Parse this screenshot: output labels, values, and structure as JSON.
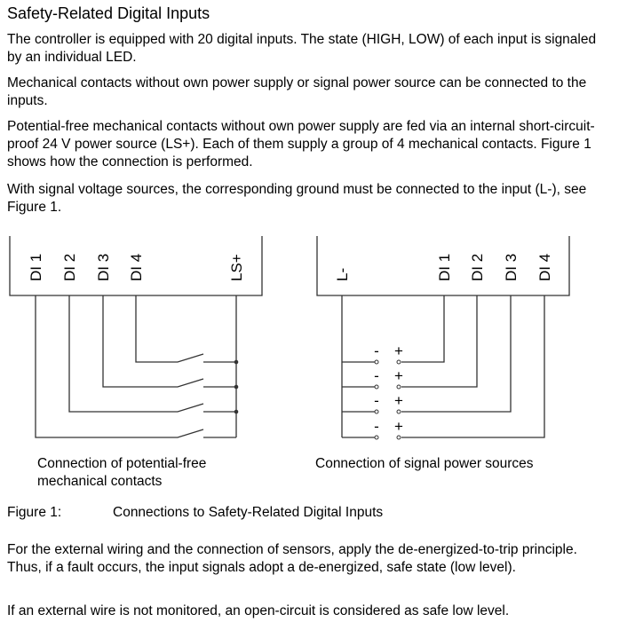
{
  "title": "Safety-Related Digital Inputs",
  "paragraphs_top": [
    "The controller is equipped with 20 digital inputs. The state (HIGH, LOW) of each input is signaled by an individual LED.",
    "Mechanical contacts without own power supply or signal power source can be connected to the inputs.",
    "Potential-free mechanical contacts without own power supply are fed via an internal short-circuit-proof 24 V power source (LS+). Each of them supply a group of 4 mechanical contacts. Figure 1 shows how the connection is performed.",
    "With signal voltage sources, the corresponding ground must be connected to the input (L-), see Figure 1."
  ],
  "diagram": {
    "left_terminals": [
      "DI 1",
      "DI 2",
      "DI 3",
      "DI 4",
      "LS+"
    ],
    "right_terminals": [
      "L-",
      "DI 1",
      "DI 2",
      "DI 3",
      "DI 4"
    ],
    "minus": "-",
    "plus": "+",
    "left_caption": "Connection of potential-free mechanical contacts",
    "right_caption": "Connection of signal power sources"
  },
  "figure": {
    "label": "Figure 1:",
    "caption": "Connections to Safety-Related Digital Inputs"
  },
  "paragraphs_bottom": [
    "For the external wiring and the connection of sensors, apply the de-energized-to-trip principle. Thus, if a fault occurs, the input signals adopt a de-energized, safe state (low level).",
    "If an external wire is not monitored, an open-circuit is considered as safe low level."
  ]
}
